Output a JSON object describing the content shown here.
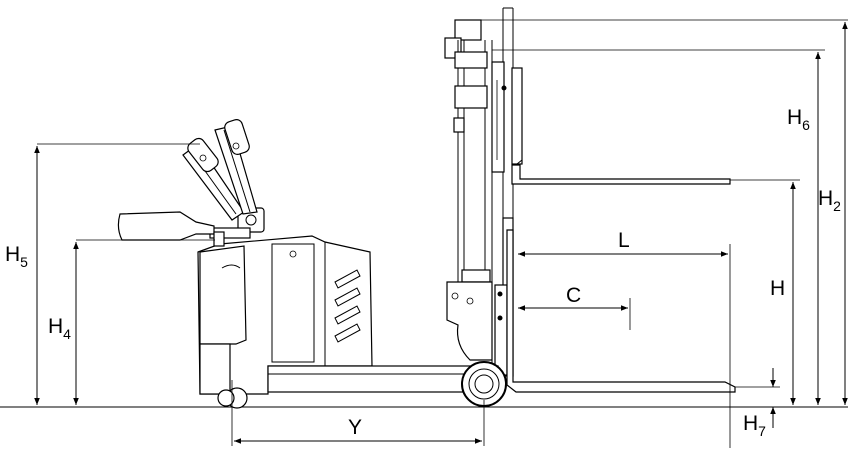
{
  "labels": {
    "H5": {
      "main": "H",
      "sub": "5"
    },
    "H4": {
      "main": "H",
      "sub": "4"
    },
    "Y": {
      "main": "Y",
      "sub": ""
    },
    "L": {
      "main": "L",
      "sub": ""
    },
    "C": {
      "main": "C",
      "sub": ""
    },
    "H": {
      "main": "H",
      "sub": ""
    },
    "H6": {
      "main": "H",
      "sub": "6"
    },
    "H2": {
      "main": "H",
      "sub": "2"
    },
    "H7": {
      "main": "H",
      "sub": "7"
    }
  },
  "colors": {
    "line": "#000000",
    "background": "#ffffff"
  }
}
